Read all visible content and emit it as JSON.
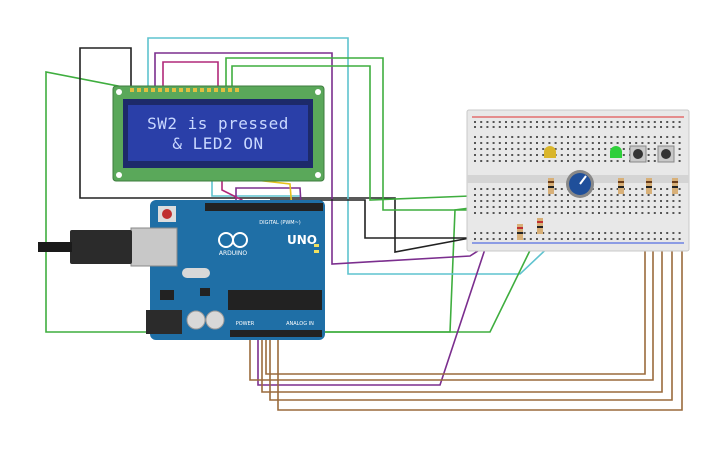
{
  "lcd": {
    "line1": "SW2 is pressed",
    "line2": "& LED2 ON",
    "background_color": "#2a3fa8",
    "text_color": "#c9d8ff"
  },
  "arduino": {
    "brand": "ARDUINO",
    "model": "UNO",
    "digital_label": "DIGITAL (PWM~)",
    "power_label": "POWER",
    "analog_label": "ANALOG IN",
    "board_color": "#1f6fa6"
  },
  "breadboard": {
    "led1_color": "#d9b52a",
    "led2_color": "#2fcf3a",
    "pot_color": "#1f4f9a"
  },
  "wire_colors": {
    "black": "#222222",
    "green": "#3fae3f",
    "purple": "#7b2e8e",
    "cyan": "#5fc3cf",
    "brown": "#9a6a3c",
    "yellow": "#e6c21a",
    "magenta": "#b1287a"
  }
}
